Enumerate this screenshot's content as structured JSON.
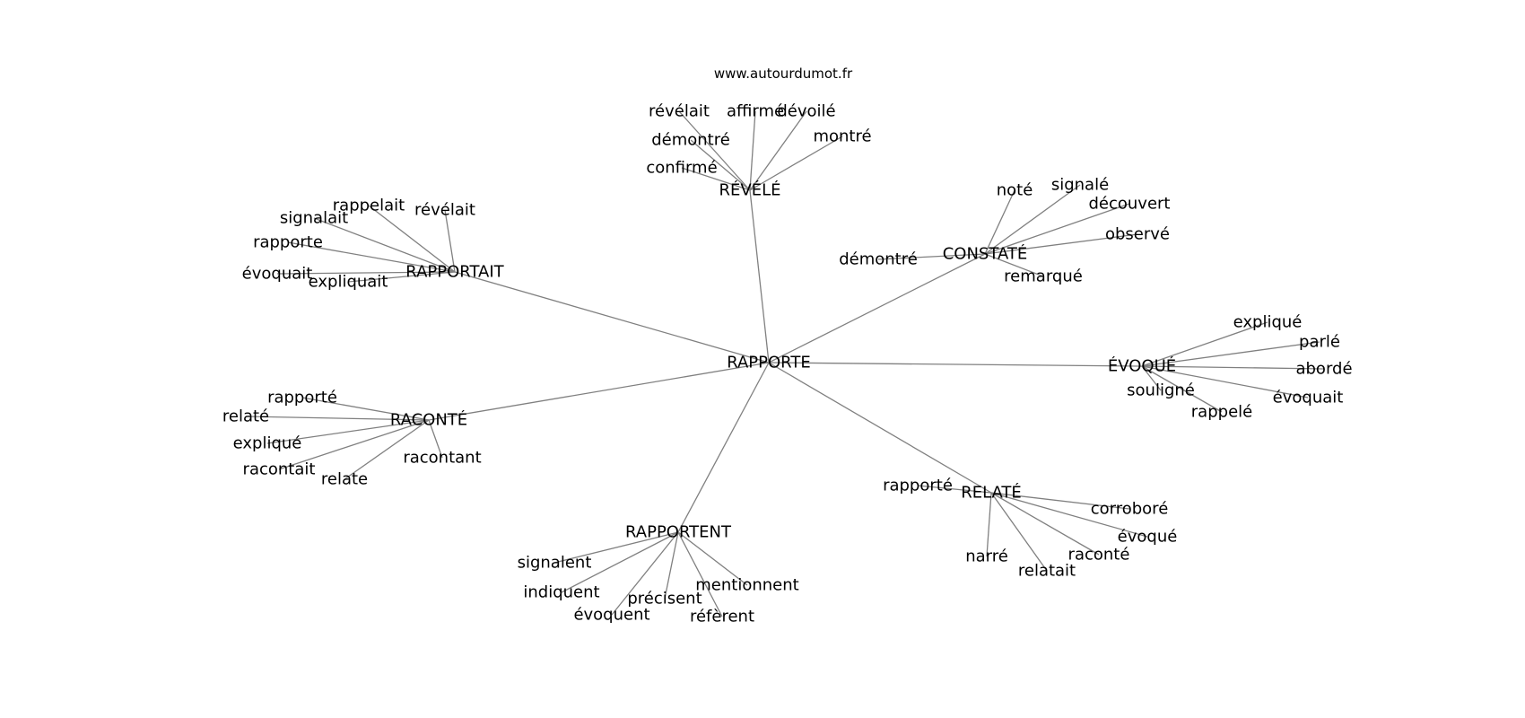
{
  "watermark": "www.autourdumot.fr",
  "colors": {
    "edge": "#808080",
    "text": "#000000",
    "background": "#ffffff"
  },
  "graph": {
    "center": "RAPPORTE",
    "groups": [
      {
        "hub": "RÉVÉLÉ",
        "leaves": [
          "révélait",
          "affirmé",
          "dévoilé",
          "démontré",
          "montré",
          "confirmé"
        ]
      },
      {
        "hub": "RAPPORTAIT",
        "leaves": [
          "rappelait",
          "révélait",
          "signalait",
          "rapporte",
          "évoquait",
          "expliquait"
        ]
      },
      {
        "hub": "CONSTATÉ",
        "leaves": [
          "noté",
          "signalé",
          "découvert",
          "observé",
          "démontré",
          "remarqué"
        ]
      },
      {
        "hub": "ÉVOQUÉ",
        "leaves": [
          "expliqué",
          "parlé",
          "abordé",
          "évoquait",
          "souligné",
          "rappelé"
        ]
      },
      {
        "hub": "RACONTÉ",
        "leaves": [
          "rapporté",
          "relaté",
          "expliqué",
          "racontait",
          "relate",
          "racontant"
        ]
      },
      {
        "hub": "RELATÉ",
        "leaves": [
          "rapporté",
          "corroboré",
          "évoqué",
          "raconté",
          "narré",
          "relatait"
        ]
      },
      {
        "hub": "RAPPORTENT",
        "leaves": [
          "signalent",
          "indiquent",
          "précisent",
          "mentionnent",
          "évoquent",
          "réfèrent"
        ]
      }
    ]
  }
}
